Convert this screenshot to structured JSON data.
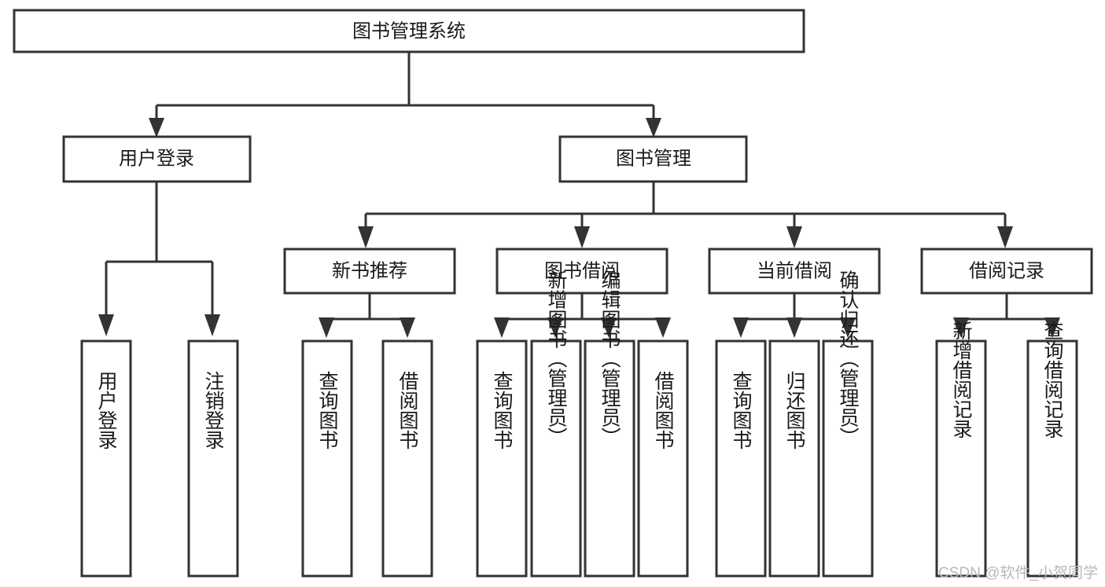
{
  "diagram": {
    "type": "hierarchy-tree",
    "title": "图书管理系统",
    "background_color": "#ffffff",
    "line_color": "#333333",
    "text_color": "#1a1a1a",
    "levels": 4,
    "root": {
      "id": "root",
      "label": "图书管理系统"
    },
    "level2": [
      {
        "id": "user-login",
        "label": "用户登录"
      },
      {
        "id": "book-management",
        "label": "图书管理"
      }
    ],
    "level3": [
      {
        "id": "new-book-recommend",
        "label": "新书推荐",
        "parent": "book-management"
      },
      {
        "id": "book-borrow",
        "label": "图书借阅",
        "parent": "book-management"
      },
      {
        "id": "current-borrow",
        "label": "当前借阅",
        "parent": "book-management"
      },
      {
        "id": "borrow-record",
        "label": "借阅记录",
        "parent": "book-management"
      }
    ],
    "leaves": {
      "user_login": [
        {
          "id": "leaf-user-login",
          "label": "用户登录"
        },
        {
          "id": "leaf-logout-login",
          "label": "注销登录"
        }
      ],
      "new_book_recommend": [
        {
          "id": "leaf-query-book-1",
          "label": "查询图书"
        },
        {
          "id": "leaf-borrow-book-1",
          "label": "借阅图书"
        }
      ],
      "book_borrow": [
        {
          "id": "leaf-query-book-2",
          "label": "查询图书"
        },
        {
          "id": "leaf-add-book",
          "label": "新增图书（管理员）"
        },
        {
          "id": "leaf-edit-book",
          "label": "编辑图书（管理员）"
        },
        {
          "id": "leaf-borrow-book-2",
          "label": "借阅图书"
        }
      ],
      "current_borrow": [
        {
          "id": "leaf-query-book-3",
          "label": "查询图书"
        },
        {
          "id": "leaf-return-book",
          "label": "归还图书"
        },
        {
          "id": "leaf-confirm-return",
          "label": "确认归还（管理员）"
        }
      ],
      "borrow_record": [
        {
          "id": "leaf-add-record",
          "label": "新增借阅记录"
        },
        {
          "id": "leaf-query-record",
          "label": "查询借阅记录"
        }
      ]
    }
  },
  "watermark": {
    "text": "CSDN @软件_小贺同学"
  }
}
